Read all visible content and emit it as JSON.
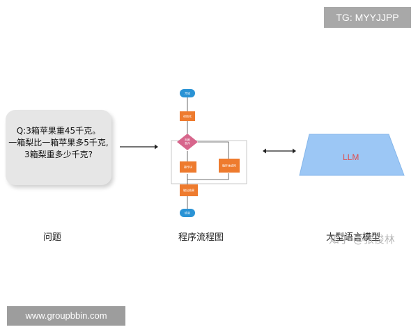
{
  "badges": {
    "top_right": "TG: MYYJJPP",
    "bottom_left": "www.groupbbin.com"
  },
  "question": {
    "lines": [
      "Q:3箱苹果重45千克。",
      "一箱梨比一箱苹果多5千克,",
      "3箱梨重多少千克?"
    ]
  },
  "captions": {
    "problem": "问题",
    "flowchart": "程序流程图",
    "llm": "大型语言模型"
  },
  "flowchart": {
    "start": "开始",
    "step1": "初始化",
    "decision": [
      "判断",
      "条件"
    ],
    "branch_left": "操作块",
    "branch_right": "循环体结构",
    "merge": "输出结果",
    "end": "结束"
  },
  "llm": {
    "label": "LLM"
  },
  "watermark": "知乎 @张俊林",
  "colors": {
    "start_end": "#2a93d5",
    "process": "#ee7b2e",
    "decision": "#d7668c",
    "llm_fill": "#9cc7f5",
    "llm_text": "#e04a4a"
  }
}
